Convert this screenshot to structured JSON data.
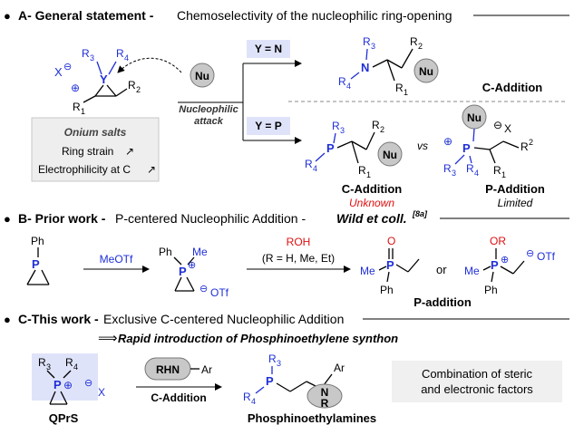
{
  "sectionA": {
    "bullet": "●",
    "heading": "A- General statement -",
    "desc": "Chemoselectivity of the nucleophilic ring-opening",
    "xminus": "X",
    "r3": "R",
    "r3sub": "3",
    "r4": "R",
    "r4sub": "4",
    "yatom": "Y",
    "r1": "R",
    "r1sub": "1",
    "r2": "R",
    "r2sub": "2",
    "plus": "⊕",
    "nu": "Nu",
    "attack1": "Nucleophilic",
    "attack2": "attack",
    "ytag_n": "Y = N",
    "ytag_p": "Y = P",
    "onium_title": "Onium salts",
    "onium_line1": "Ring strain",
    "onium_line2": "Electrophilicity at C",
    "arrow_up": "↗",
    "natom": "N",
    "patom": "P",
    "c_add_label": "C-Addition",
    "c_add_p_label": "C-Addition",
    "unknown": "Unknown",
    "vs": "vs",
    "p_add_label": "P-Addition",
    "limited": "Limited",
    "minus": "⊖"
  },
  "sectionB": {
    "bullet": "●",
    "heading": "B- Prior work -",
    "desc": "P-centered Nucleophilic Addition -",
    "cite": "Wild et coll.",
    "ref": "[8a]",
    "ph": "Ph",
    "me": "Me",
    "reagent1": "MeOTf",
    "reagent2": "ROH",
    "reagent2_cond": "(R = H, Me, Et)",
    "otf": "OTf",
    "o": "O",
    "or_atom": "OR",
    "or_word": "or",
    "p_addition": "P-addition"
  },
  "sectionC": {
    "bullet": "●",
    "heading": "C-This work -",
    "desc": "Exclusive C-centered Nucleophilic Addition",
    "synthon_arrow": "⟹",
    "synthon": "Rapid introduction of Phosphinoethylene synthon",
    "rhn": "RHN",
    "ar": "Ar",
    "c_addition": "C-Addition",
    "qprs": "QPrS",
    "product": "Phosphinoethylamines",
    "factors1": "Combination of steric",
    "factors2": "and electronic factors",
    "n_atom": "N",
    "r_atom": "R"
  },
  "colors": {
    "blue": "#1f2fd6",
    "red": "#e01010",
    "panel": "#f0f0f0",
    "highlight": "#dfe3fa"
  }
}
